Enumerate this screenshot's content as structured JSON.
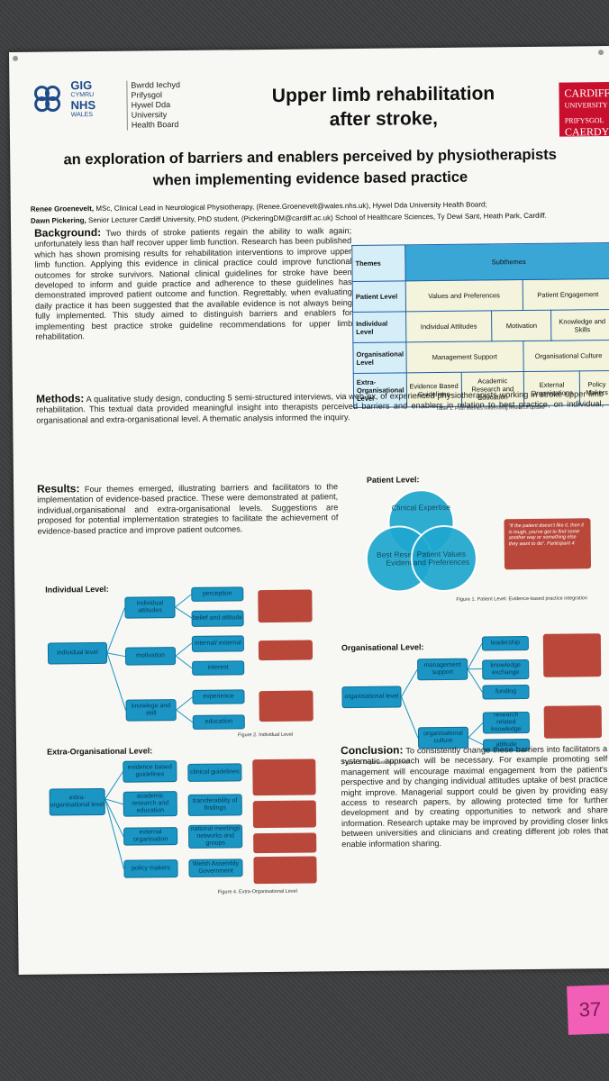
{
  "logos": {
    "gig_line1": "GIG",
    "gig_line2": "CYMRU",
    "gig_line3": "NHS",
    "gig_line4": "WALES",
    "board_line1": "Bwrdd Iechyd Prifysgol",
    "board_line2": "Hywel Dda",
    "board_line3": "University Health Board",
    "cardiff_line1": "CARDIFF",
    "cardiff_line2": "UNIVERSITY",
    "cardiff_line3": "PRIFYSGOL",
    "cardiff_line4": "CAERDYDD"
  },
  "title_line1": "Upper limb rehabilitation",
  "title_line2": "after stroke,",
  "subtitle_line1": "an exploration of barriers and enablers perceived by physiotherapists",
  "subtitle_line2": "when implementing evidence based practice",
  "authors": {
    "a1_name": "Renee Groenevelt,",
    "a1_desc": " MSc, Clinical Lead in Neurological Physiotherapy, (Renee.Groenevelt@wales.nhs.uk), Hywel Dda University Health Board;",
    "a2_name": "Dawn Pickering,",
    "a2_desc": " Senior Lecturer Cardiff University, PhD student, (PickeringDM@cardiff.ac.uk) School of Healthcare Sciences, Ty Dewi Sant, Heath Park, Cardiff."
  },
  "background": {
    "heading": "Background:",
    "text": " Two thirds of stroke patients regain the ability to walk again; unfortunately less than half recover upper limb function. Research has been published which has shown promising results for rehabilitation interventions to improve upper limb function. Applying this evidence in clinical practice could improve functional outcomes for stroke survivors. National clinical guidelines for stroke have been developed to inform and guide practice and adherence to these guidelines has demonstrated improved patient outcome and function. Regrettably, when evaluating daily practice it has been suggested that the available evidence is not always being fully implemented. This study aimed to distinguish barriers and enablers for implementing best practice stroke guideline recommendations for upper limb rehabilitation."
  },
  "themes_table": {
    "col_themes": "Themes",
    "col_subthemes": "Subthemes",
    "rows": [
      {
        "theme": "Patient Level",
        "subs": [
          "Values and Preferences",
          "Patient Engagement"
        ]
      },
      {
        "theme": "Individual Level",
        "subs": [
          "Individual Attitudes",
          "Motivation",
          "Knowledge and Skills"
        ]
      },
      {
        "theme": "Organisational Level",
        "subs": [
          "Management Support",
          "Organisational Culture"
        ]
      },
      {
        "theme": "Extra-Organisational Level",
        "subs": [
          "Evidence Based Guidelines",
          "Academic Research and Education",
          "External Organisations",
          "Policy Makers"
        ]
      }
    ],
    "caption": "Table 1. Four themes influencing research uptake"
  },
  "methods": {
    "heading": "Methods:",
    "text": " A qualitative study design, conducting 5 semi-structured interviews, via web-ex, of experienced physiotherapists working in stroke upper limb rehabilitation. This textual data provided meaningful insight into therapists perceived barriers and enablers in relation to best practice, on individual, organisational and extra-organisational level. A thematic analysis informed the inquiry."
  },
  "results": {
    "heading": "Results:",
    "text": " Four themes emerged, illustrating barriers and facilitators to the implementation of evidence-based practice. These were demonstrated at patient, individual,organisational and extra-organisational levels. Suggestions are proposed for potential implementation strategies to facilitate the achievement of evidence-based practice and improve patient outcomes."
  },
  "patient_level": {
    "label": "Patient Level:",
    "c1": "Clinical Expertise",
    "c2": "Best Research Evidence",
    "c3": "Patient Values and Preferences",
    "quote": "\"If the patient doesn't like it, then it is tough, you've got to find some another way or something else they want to do\". Participant 4",
    "caption": "Figure 1. Patient Level: Evidence-based practice integration"
  },
  "individual_level": {
    "label": "Individual Level:",
    "root": "individual level",
    "n1": "individual attitudes",
    "n2": "motivation",
    "n3": "knowlege and skill",
    "l1": "perception",
    "l2": "belief and attitude",
    "l3": "internal/ external",
    "l4": "interest",
    "l5": "experience",
    "l6": "education",
    "caption": "Figure 2. Individual Level"
  },
  "organisational_level": {
    "label": "Organisational Level:",
    "root": "organisational level",
    "n1": "management support",
    "n2": "organisational culture",
    "l1": "leadership",
    "l2": "knowledge exchange",
    "l3": "funding",
    "l4": "research related knowledge",
    "l5": "attitude",
    "caption": "Figure 3. Organisational Level"
  },
  "extra_level": {
    "label": "Extra-Organisational Level:",
    "root": "extra-organisational level",
    "n1": "evidence based guidelines",
    "n2": "academic research and education",
    "n3": "external organisation",
    "n4": "policy makers",
    "l1": "clinical guidelines",
    "l2": "transferability of findings",
    "l3": "national meetings networks and groups",
    "l4": "Welsh Assembly Government",
    "caption": "Figure 4. Extra-Organisational Level"
  },
  "conclusion": {
    "heading": "Conclusion:",
    "text": " To consistently change these barriers into facilitators a systematic approach will be necessary. For example promoting self management will encourage maximal engagement from the patient's perspective and by changing individual attitudes uptake of best practice might improve. Managerial support could be given by providing easy access to research papers, by allowing protected time for further development and by creating opportunities to network and share information. Research uptake may be improved by providing closer links between universities and clinicians and creating different job roles that enable information sharing."
  },
  "sticker": "37"
}
